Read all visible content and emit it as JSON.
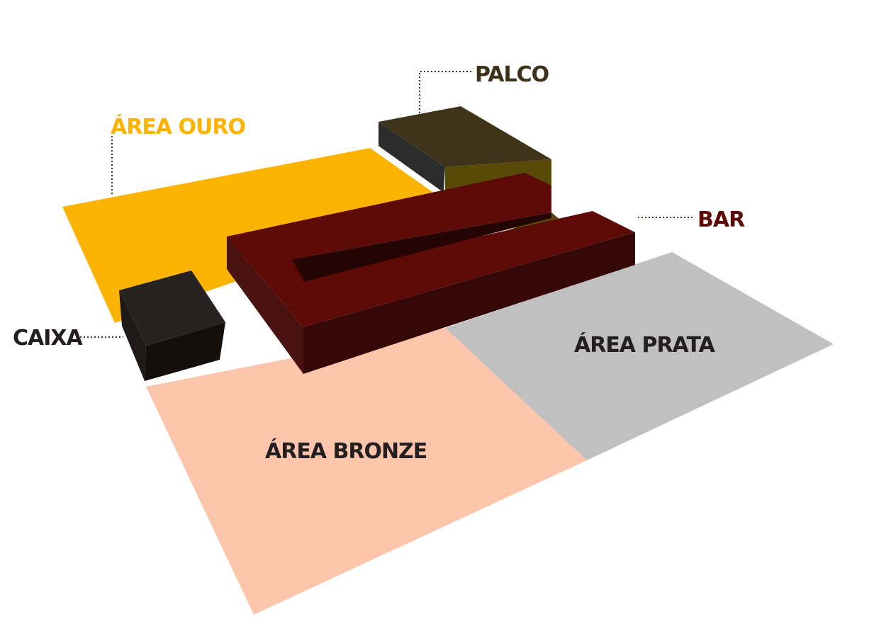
{
  "labels": {
    "palco": "PALCO",
    "area_ouro": "ÁREA OURO",
    "bar": "BAR",
    "caixa": "CAIXA",
    "area_prata": "ÁREA PRATA",
    "area_bronze": "ÁREA BRONZE"
  },
  "colors": {
    "area_ouro": "#FDB304",
    "area_prata": "#C0C0C0",
    "area_bronze": "#FDC6AC",
    "palco_top": "#3F331A",
    "palco_side_dark": "#2C2C2C",
    "palco_side_olive": "#5A4A08",
    "bar_top": "#5E0B08",
    "bar_front": "#350807",
    "bar_side": "#4A1210",
    "bar_inner": "#240504",
    "caixa_top": "#272222",
    "caixa_front": "#140E0D",
    "caixa_side": "#1E1A1A",
    "label_palco": "#3D3219",
    "label_ouro": "#FDB304",
    "label_bar": "#5E0B08",
    "label_caixa": "#231F20",
    "label_prata": "#231F20",
    "label_bronze": "#231F20"
  }
}
